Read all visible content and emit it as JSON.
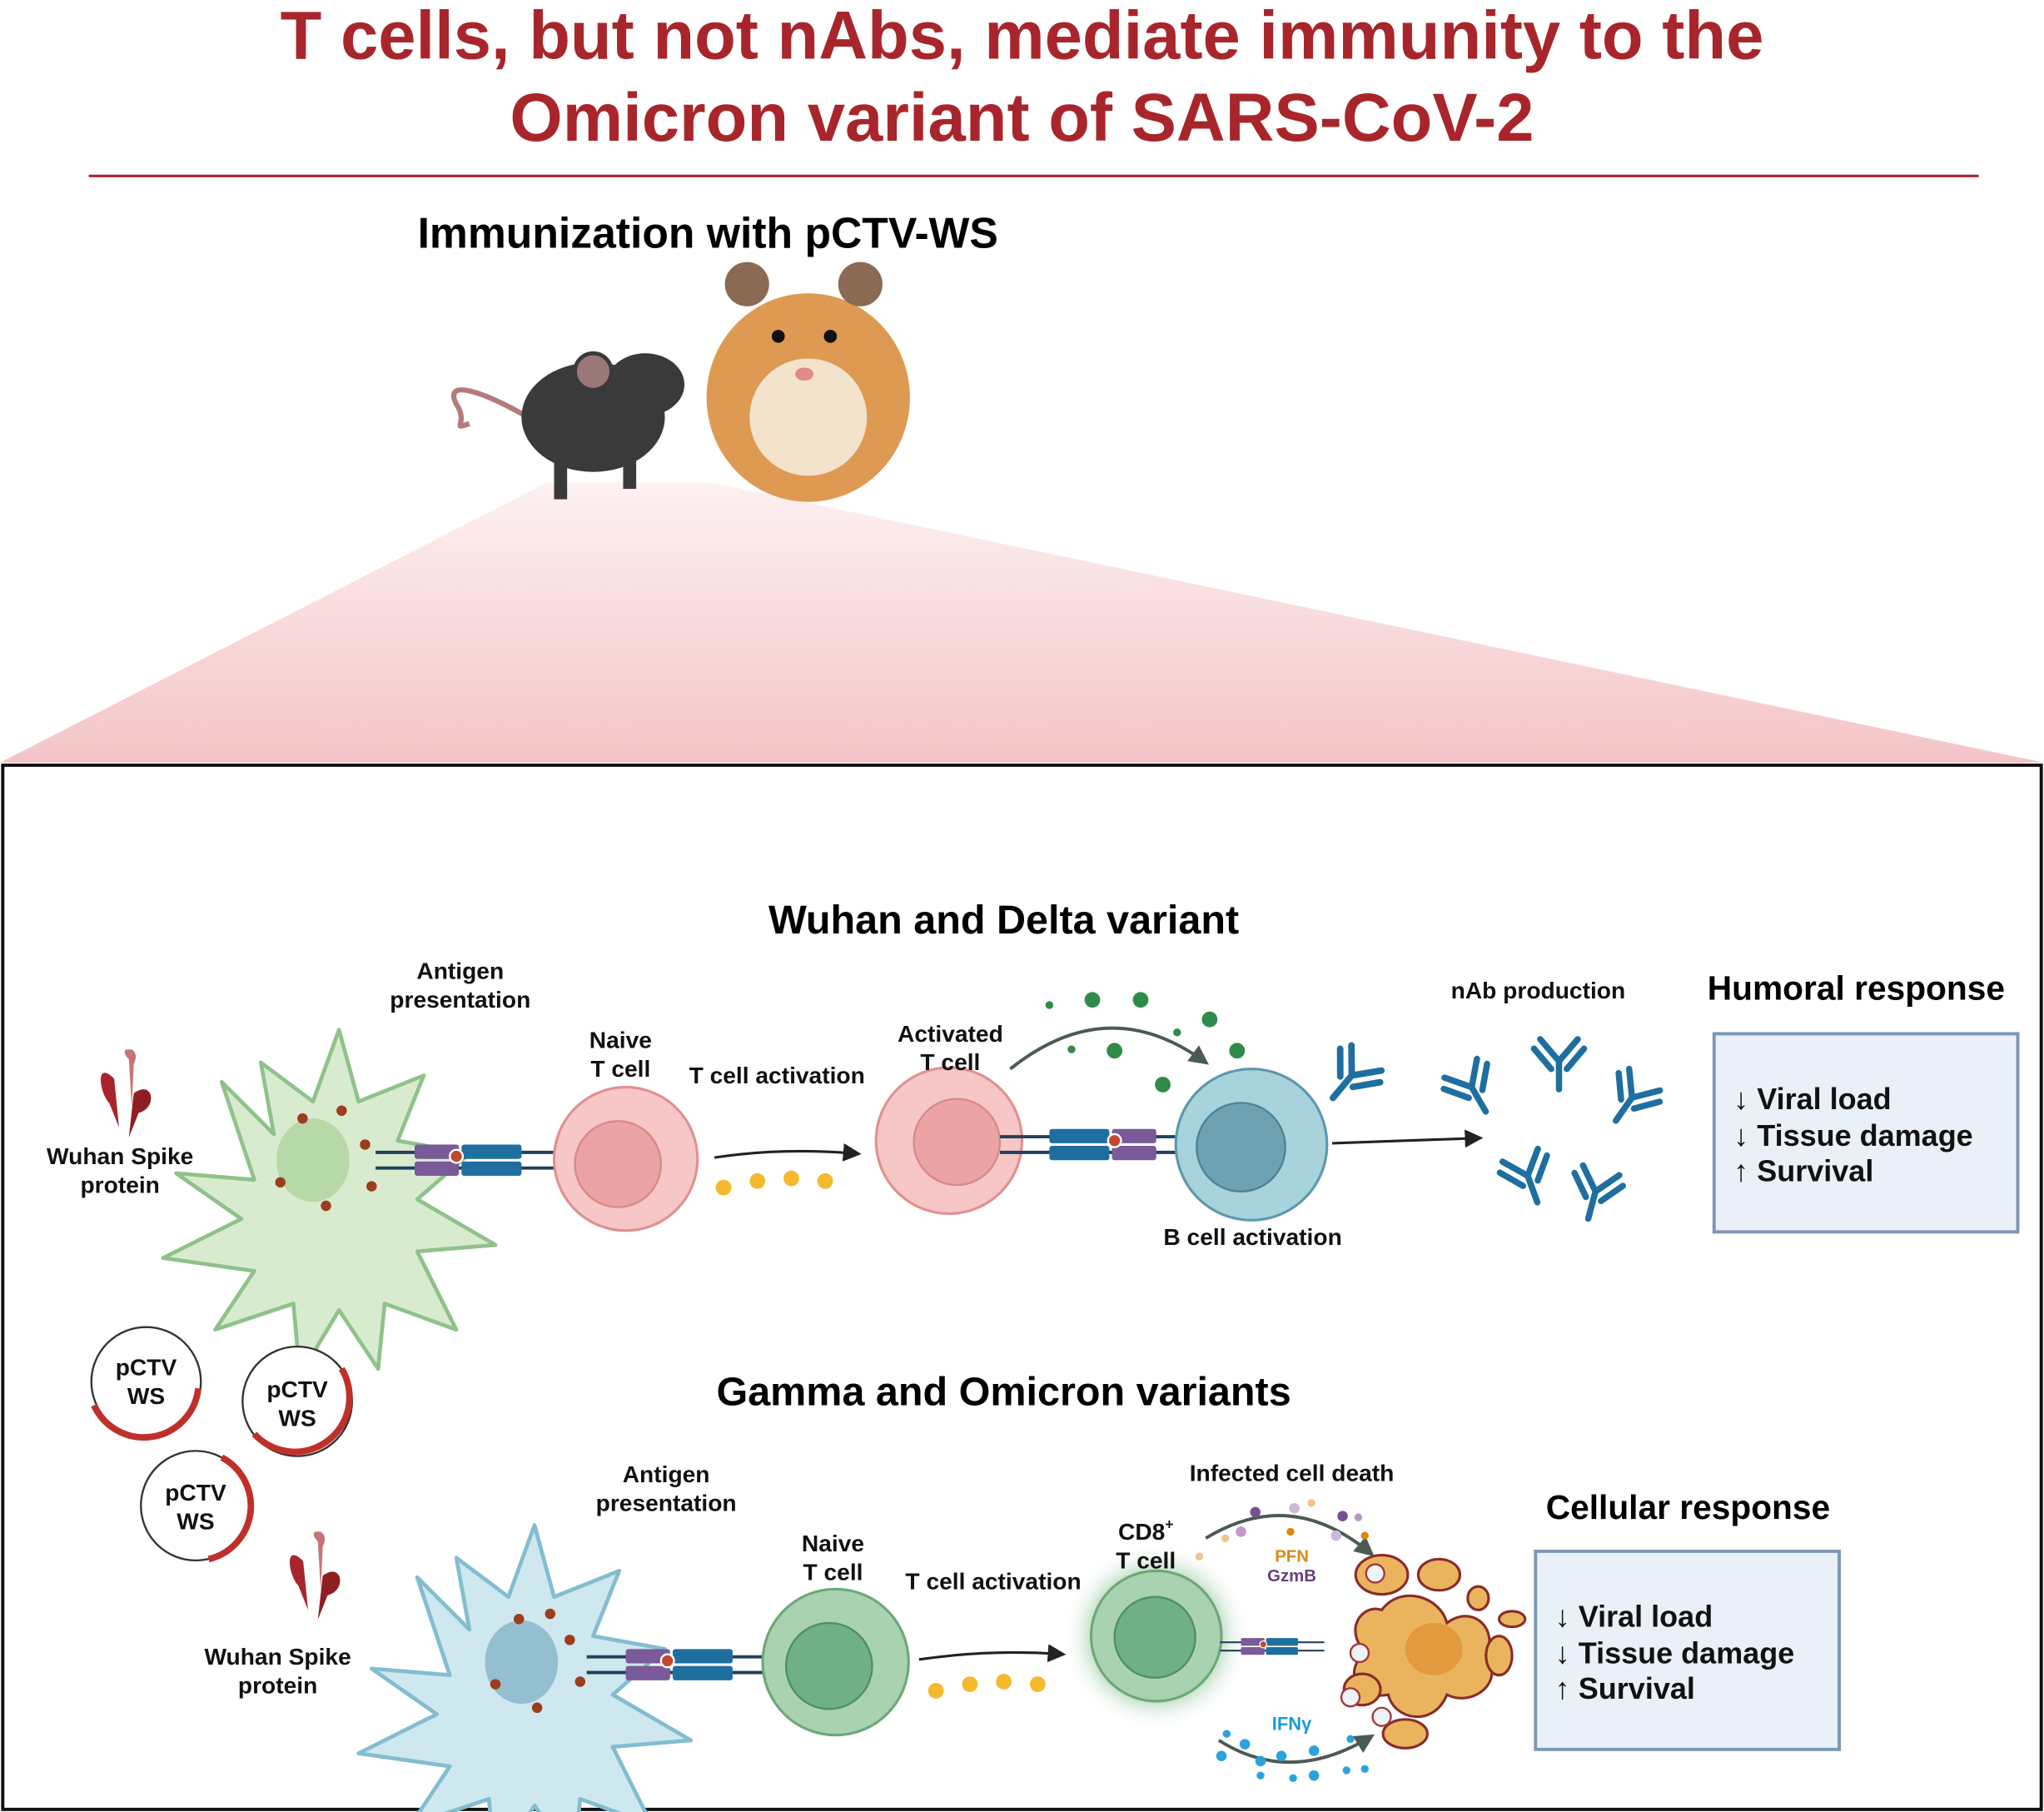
{
  "title": {
    "line1": "T cells, but not nAbs, mediate immunity to the",
    "line2": "Omicron variant of SARS-CoV-2"
  },
  "immunization": {
    "label": "Immunization with pCTV-WS"
  },
  "plasmid": {
    "line1": "pCTV",
    "line2": "WS"
  },
  "top_panel": {
    "title": "Wuhan and Delta variant",
    "spike_label": {
      "line1": "Wuhan Spike",
      "line2": "protein"
    },
    "antigen_label": {
      "line1": "Antigen",
      "line2": "presentation"
    },
    "naive_label": {
      "line1": "Naive",
      "line2": "T cell"
    },
    "activation_label": "T cell activation",
    "activated_label": {
      "line1": "Activated",
      "line2": "T cell"
    },
    "bcell_label": "B cell activation",
    "nab_label": "nAb production",
    "response_title": "Humoral response",
    "outcomes": [
      "Viral load",
      "Tissue damage",
      "Survival"
    ],
    "outcome_arrows": [
      "↓",
      "↓",
      "↑"
    ]
  },
  "bottom_panel": {
    "title": "Gamma and Omicron variants",
    "spike_label": {
      "line1": "Wuhan Spike",
      "line2": "protein"
    },
    "antigen_label": {
      "line1": "Antigen",
      "line2": "presentation"
    },
    "naive_label": {
      "line1": "Naive",
      "line2": "T cell"
    },
    "activation_label": "T cell activation",
    "cd8_label": {
      "line1": "CD8",
      "sup": "+",
      "line2": "T cell"
    },
    "death_label": "Infected cell death",
    "pfn": "PFN",
    "gzmb": "GzmB",
    "ifng": "IFNγ",
    "response_title": "Cellular response",
    "outcomes": [
      "Viral load",
      "Tissue damage",
      "Survival"
    ],
    "outcome_arrows": [
      "↓",
      "↓",
      "↑"
    ]
  },
  "colors": {
    "title": "#a8262b",
    "pfn": "#d88a12",
    "gzmb": "#6b3d7e",
    "ifng": "#1a9ad6",
    "box_fill": "#eaf0f8",
    "box_stroke": "#7d97b5"
  }
}
